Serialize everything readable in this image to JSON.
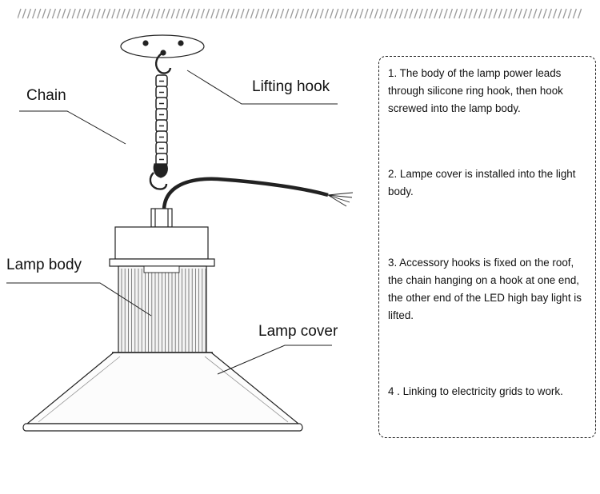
{
  "labels": {
    "chain": "Chain",
    "lifting_hook": "Lifting hook",
    "lamp_body": "Lamp body",
    "lamp_cover": "Lamp cover"
  },
  "steps": [
    "1. The body of the lamp power leads through silicone ring hook, then hook screwed into the lamp body.",
    "2. Lampe cover is installed into the light body.",
    "3. Accessory hooks is fixed on the roof, the chain hanging on a hook at one end, the other end of the LED high bay light is lifted.",
    "4 .  Linking to electricity grids to work."
  ],
  "colors": {
    "line": "#222222",
    "hatch": "#9a9a9a",
    "text": "#111111"
  }
}
